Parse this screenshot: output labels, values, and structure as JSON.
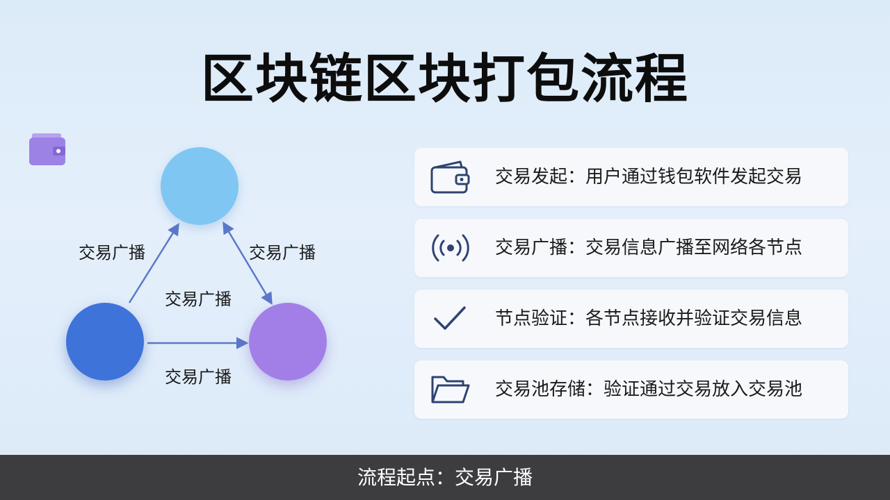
{
  "title": "区块链区块打包流程",
  "diagram": {
    "edge_labels": {
      "left_to_top": "交易广播",
      "top_to_right": "交易广播",
      "center": "交易广播",
      "left_to_right": "交易广播"
    },
    "icons": [
      "wallet-icon",
      "wallet-icon",
      "wallet-icon"
    ],
    "colors": {
      "node_top": "#7fc6f3",
      "node_left": "#3e73da",
      "node_right": "#a27fe6",
      "arrow": "#5b78c9"
    }
  },
  "steps": [
    {
      "icon": "wallet-icon",
      "text": "交易发起：用户通过钱包软件发起交易"
    },
    {
      "icon": "broadcast-icon",
      "text": "交易广播：交易信息广播至网络各节点"
    },
    {
      "icon": "checkmark-icon",
      "text": "节点验证：各节点接收并验证交易信息"
    },
    {
      "icon": "folder-icon",
      "text": "交易池存储：验证通过交易放入交易池"
    }
  ],
  "caption": "流程起点：交易广播",
  "accent_color": "#2f4370"
}
